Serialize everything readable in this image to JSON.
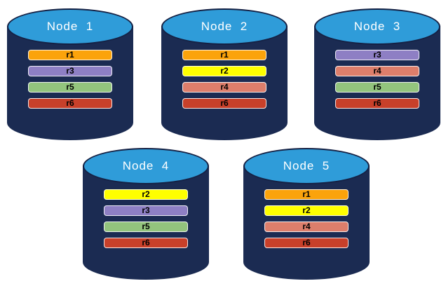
{
  "diagram_title": "",
  "background": "#ffffff",
  "colors": {
    "cylinder_body": "#1B2B52",
    "cylinder_top_fill": "#2F9CD9",
    "cylinder_outline": "#152144",
    "title_text": "#FFFFFF",
    "bar_text": "#000000",
    "bar_border": "rgba(255,255,255,0.85)"
  },
  "replica_colors": {
    "r1": "#FBA30B",
    "r2": "#FFFF00",
    "r3": "#8E7FC4",
    "r4": "#DD7E6B",
    "r5": "#93C47D",
    "r6": "#C8402A"
  },
  "nodes": [
    {
      "label": "Node  1",
      "replicas": [
        "r1",
        "r3",
        "r5",
        "r6"
      ]
    },
    {
      "label": "Node  2",
      "replicas": [
        "r1",
        "r2",
        "r4",
        "r6"
      ]
    },
    {
      "label": "Node  3",
      "replicas": [
        "r3",
        "r4",
        "r5",
        "r6"
      ]
    },
    {
      "label": "Node  4",
      "replicas": [
        "r2",
        "r3",
        "r5",
        "r6"
      ]
    },
    {
      "label": "Node  5",
      "replicas": [
        "r1",
        "r2",
        "r4",
        "r6"
      ]
    }
  ]
}
